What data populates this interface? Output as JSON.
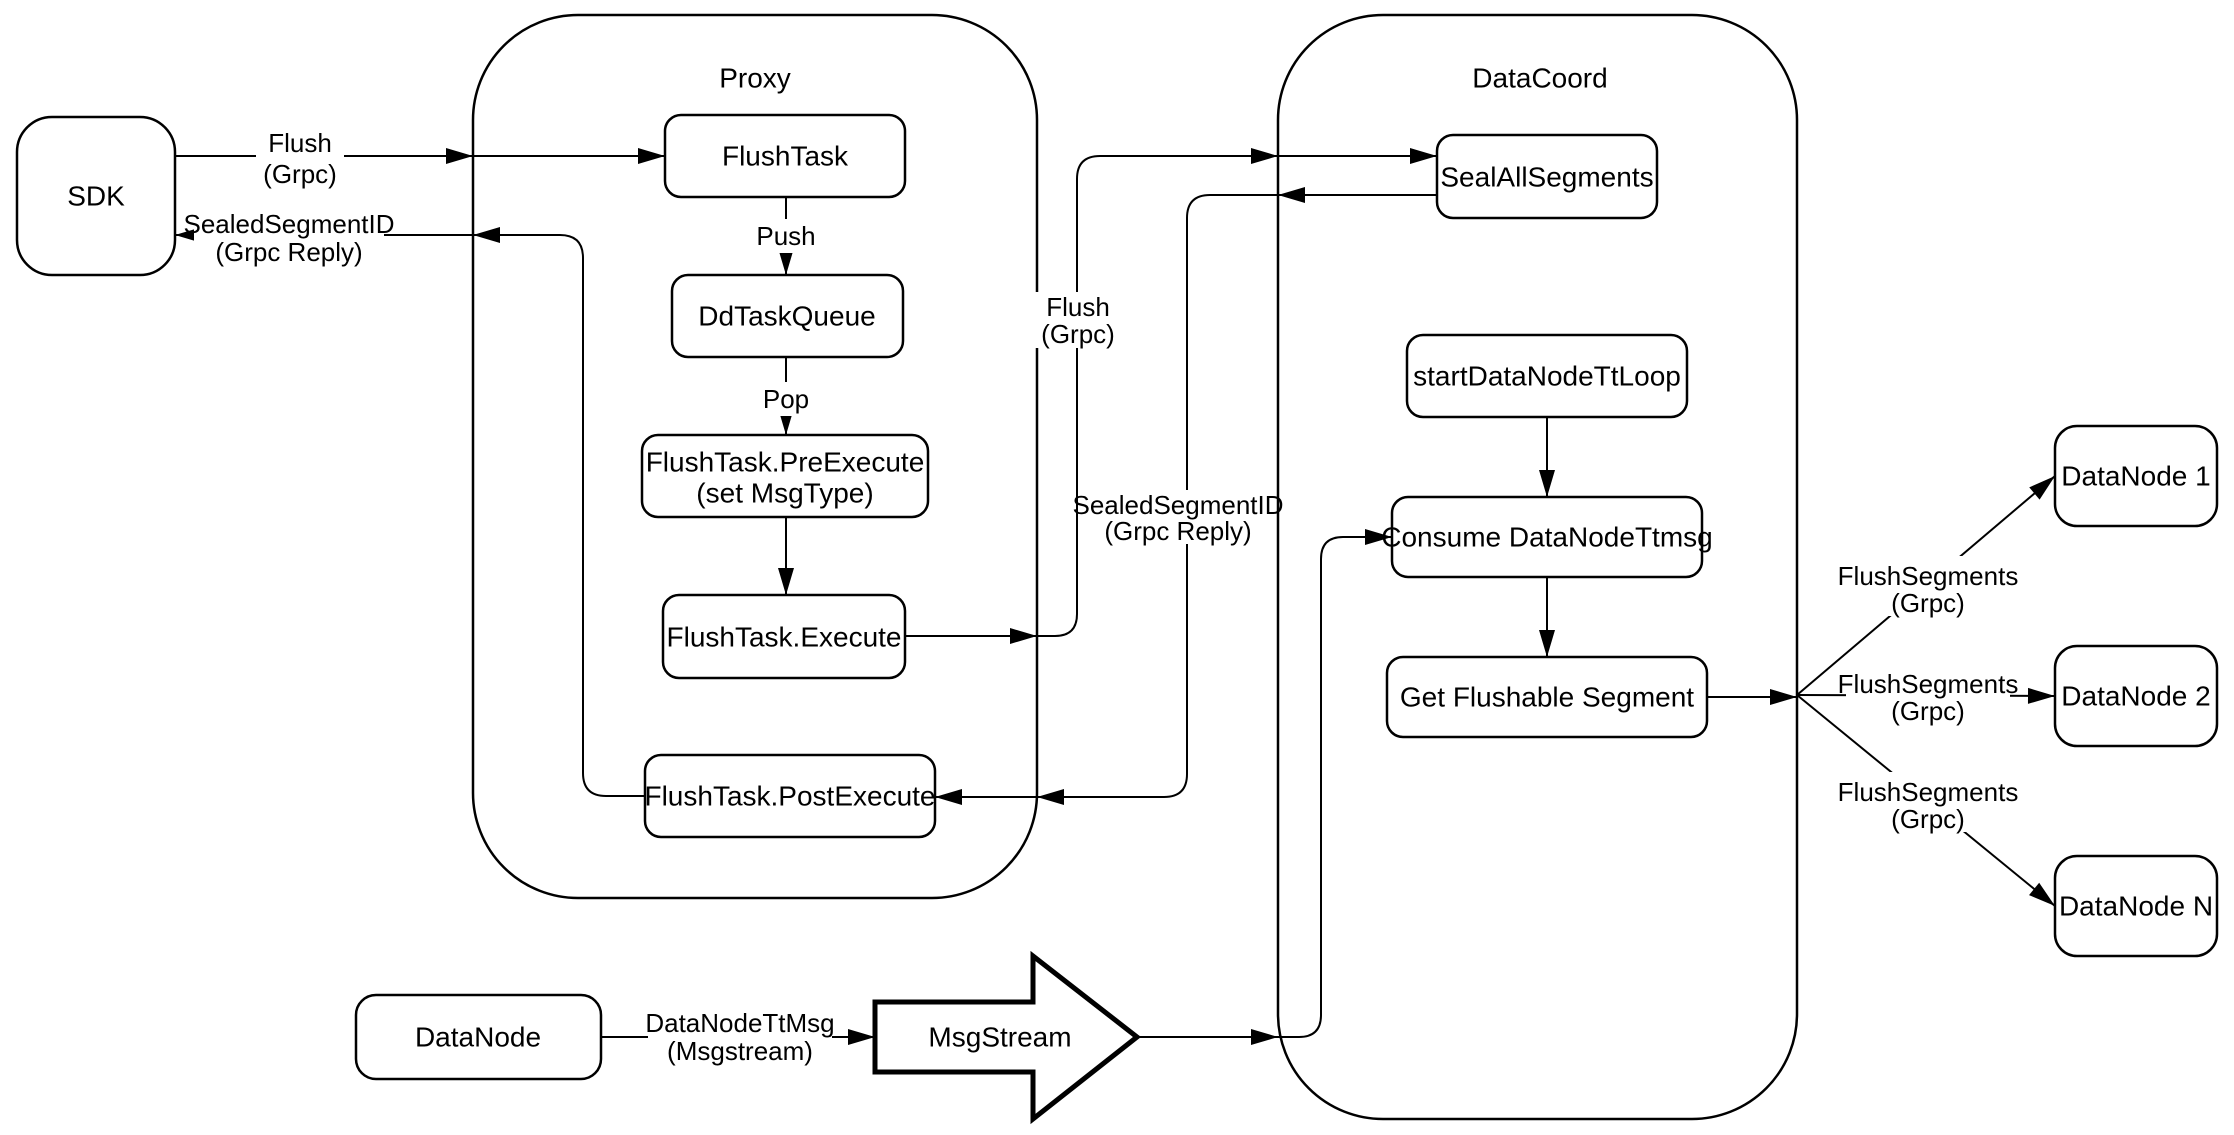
{
  "diagram": {
    "colors": {
      "background": "#ffffff",
      "stroke": "#000000",
      "node_fill": "#ffffff"
    },
    "containers": {
      "proxy": {
        "label": "Proxy"
      },
      "datacoord": {
        "label": "DataCoord"
      }
    },
    "nodes": {
      "sdk": {
        "label": "SDK"
      },
      "flush_task": {
        "label": "FlushTask"
      },
      "dd_task_queue": {
        "label": "DdTaskQueue"
      },
      "pre_execute": {
        "line1": "FlushTask.PreExecute",
        "line2": "(set MsgType)"
      },
      "execute": {
        "label": "FlushTask.Execute"
      },
      "post_execute": {
        "label": "FlushTask.PostExecute"
      },
      "seal_all_segments": {
        "label": "SealAllSegments"
      },
      "start_data_node_tt_loop": {
        "label": "startDataNodeTtLoop"
      },
      "consume_data_node_ttmsg": {
        "label": "Consume DataNodeTtmsg"
      },
      "get_flushable_segment": {
        "label": "Get Flushable Segment"
      },
      "data_node": {
        "label": "DataNode"
      },
      "msg_stream": {
        "label": "MsgStream"
      },
      "data_node_1": {
        "label": "DataNode 1"
      },
      "data_node_2": {
        "label": "DataNode 2"
      },
      "data_node_n": {
        "label": "DataNode N"
      }
    },
    "edge_labels": {
      "sdk_flush": {
        "line1": "Flush",
        "line2": "(Grpc)"
      },
      "sdk_reply": {
        "line1": "SealedSegmentID",
        "line2": "(Grpc Reply)"
      },
      "push": {
        "label": "Push"
      },
      "pop": {
        "label": "Pop"
      },
      "proxy_flush": {
        "line1": "Flush",
        "line2": "(Grpc)"
      },
      "proxy_reply": {
        "line1": "SealedSegmentID",
        "line2": "(Grpc Reply)"
      },
      "flush_segments_1": {
        "line1": "FlushSegments",
        "line2": "(Grpc)"
      },
      "flush_segments_2": {
        "line1": "FlushSegments",
        "line2": "(Grpc)"
      },
      "flush_segments_3": {
        "line1": "FlushSegments",
        "line2": "(Grpc)"
      },
      "data_node_tt_msg": {
        "line1": "DataNodeTtMsg",
        "line2": "(Msgstream)"
      }
    }
  }
}
